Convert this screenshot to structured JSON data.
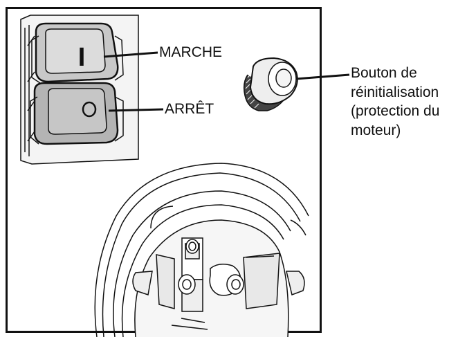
{
  "labels": {
    "marche": "MARCHE",
    "arret": "ARRÊT",
    "reset_lines": [
      "Bouton de",
      "réinitialisation",
      "(protection du",
      "moteur)"
    ]
  },
  "switch_symbols": {
    "on": "I",
    "off": "O"
  },
  "colors": {
    "line": "#111111",
    "button_fill": "#d4d4d4",
    "button_fill_dark": "#b4b4b4",
    "panel": "#ffffff"
  }
}
